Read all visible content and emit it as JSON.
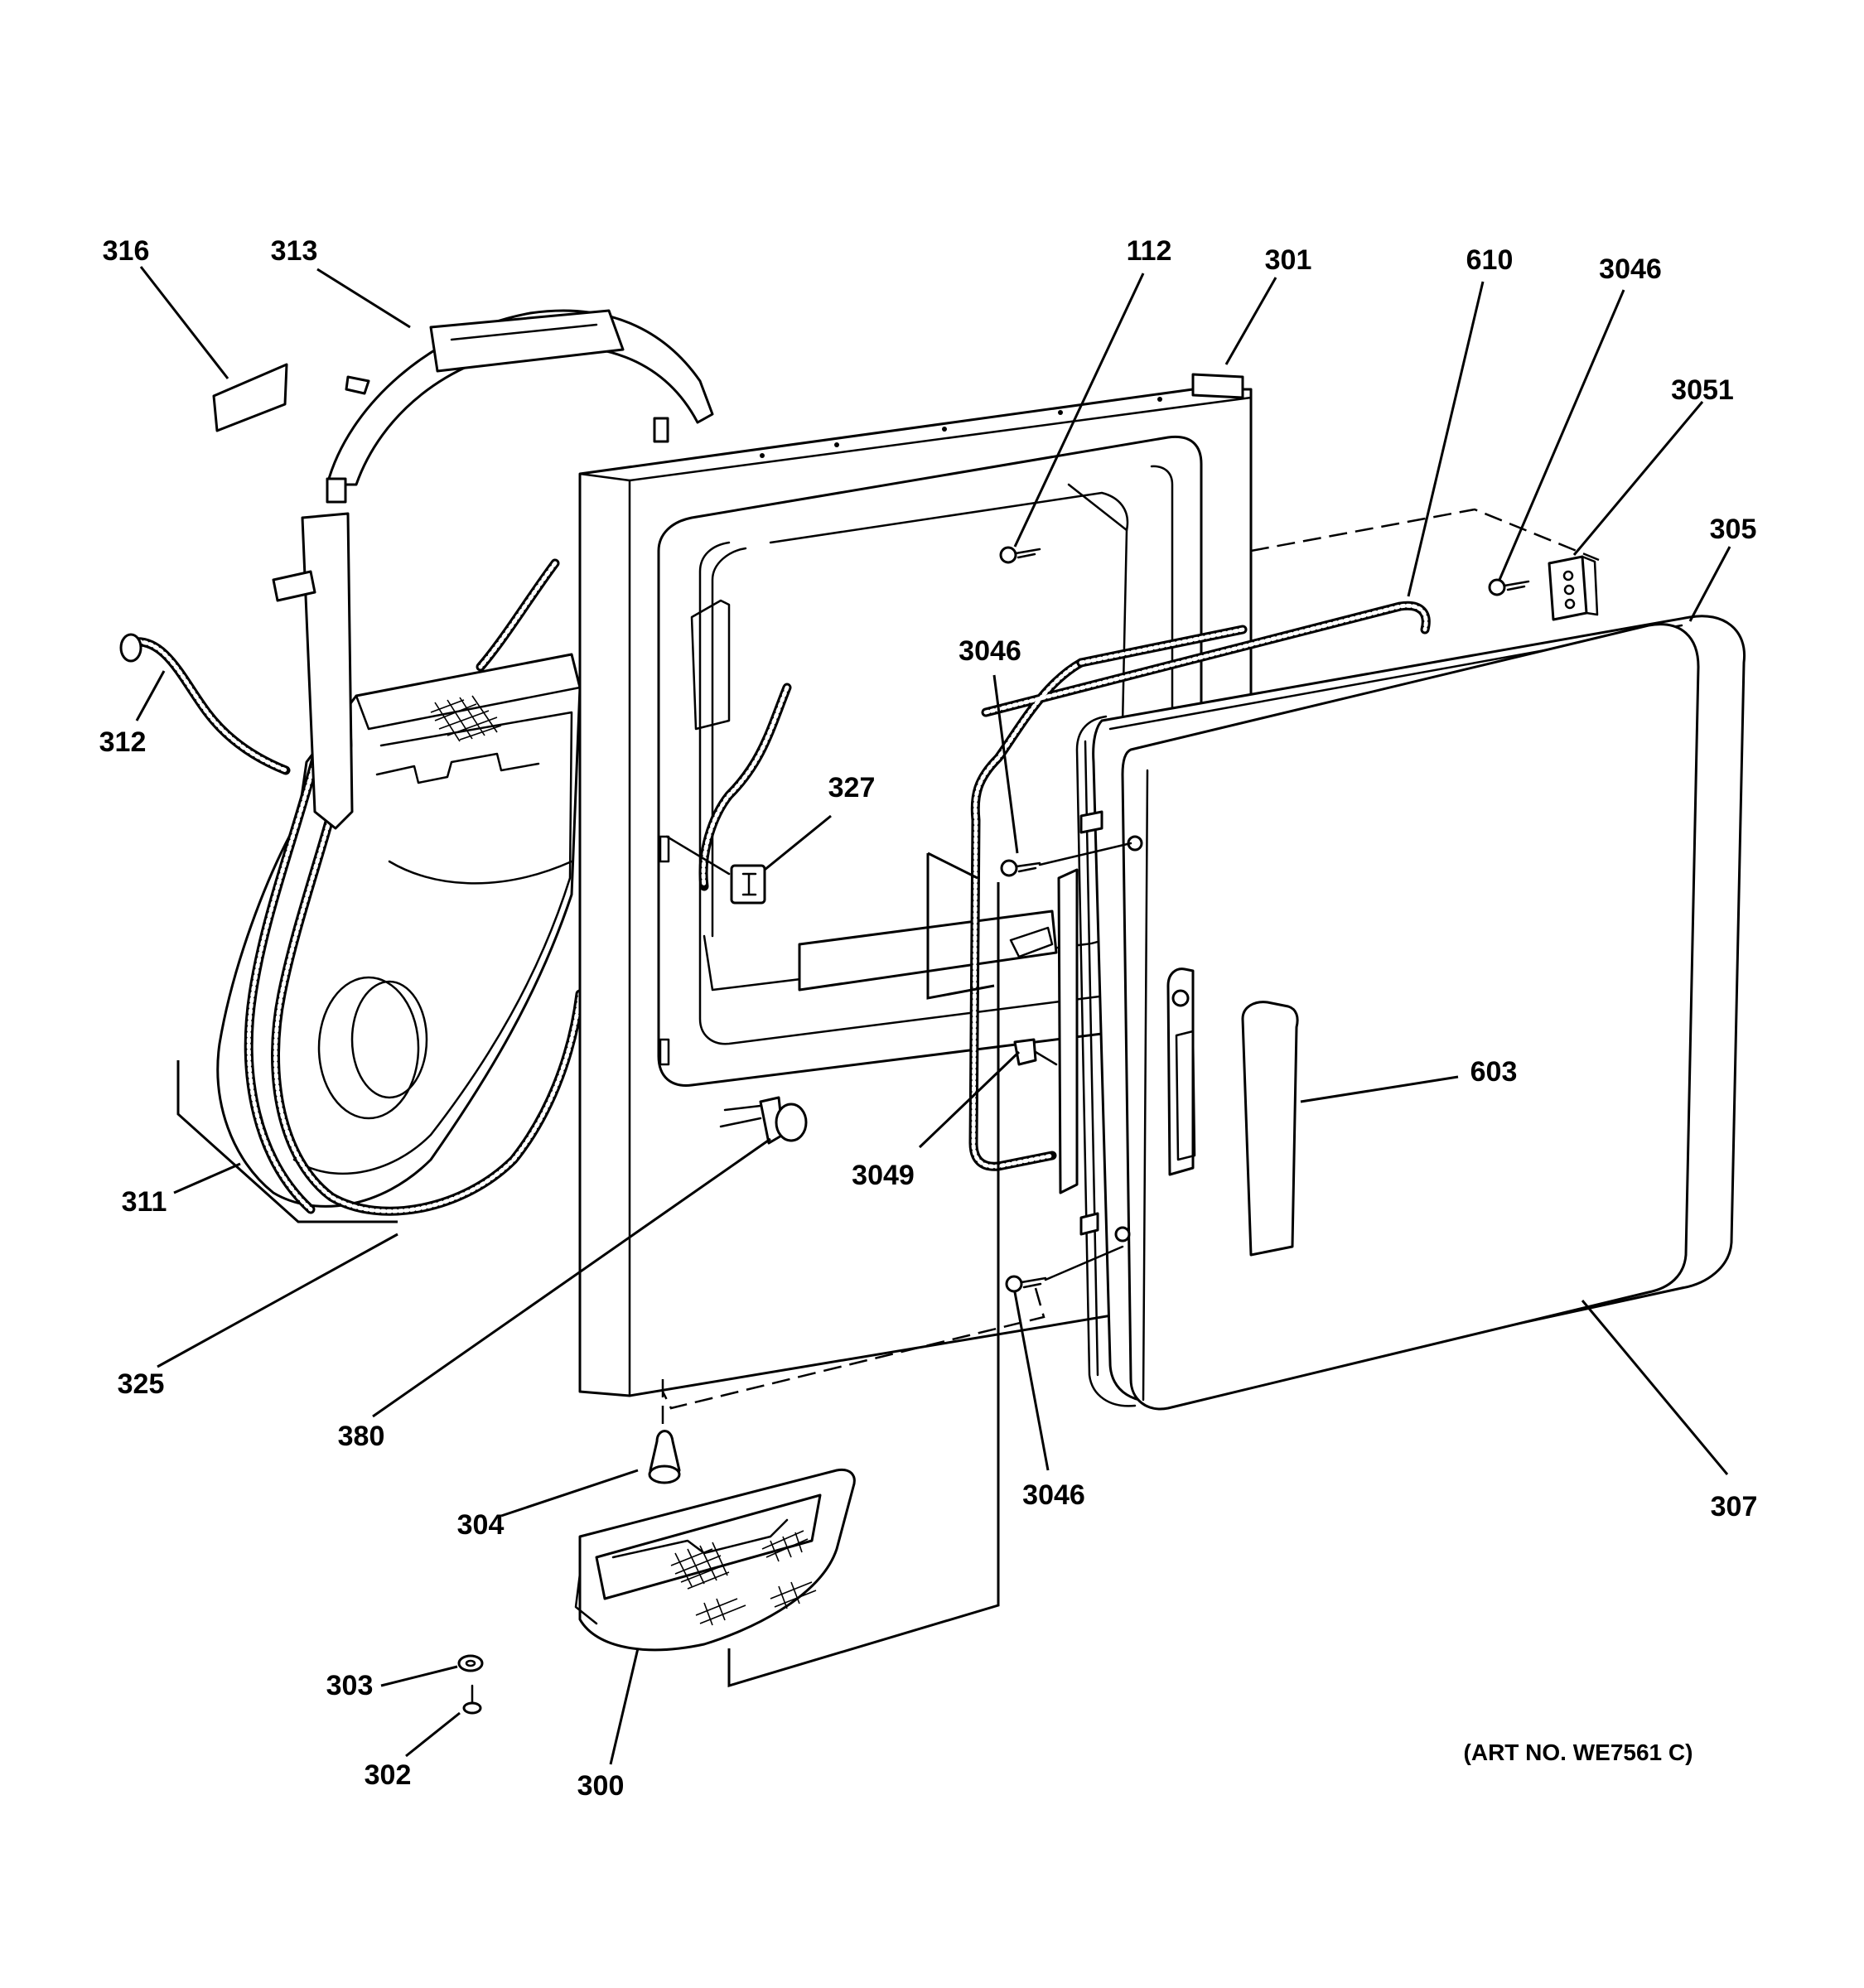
{
  "diagram": {
    "callouts": {
      "c316": "316",
      "c313": "313",
      "c112": "112",
      "c301": "301",
      "c610": "610",
      "c3046_top": "3046",
      "c3051": "3051",
      "c305": "305",
      "c3046_mid": "3046",
      "c312": "312",
      "c327": "327",
      "c603": "603",
      "c3049": "3049",
      "c311": "311",
      "c325": "325",
      "c380": "380",
      "c3046_bottom": "3046",
      "c307": "307",
      "c304": "304",
      "c303": "303",
      "c302": "302",
      "c300": "300"
    },
    "art_number": "(ART NO. WE7561 C)"
  }
}
